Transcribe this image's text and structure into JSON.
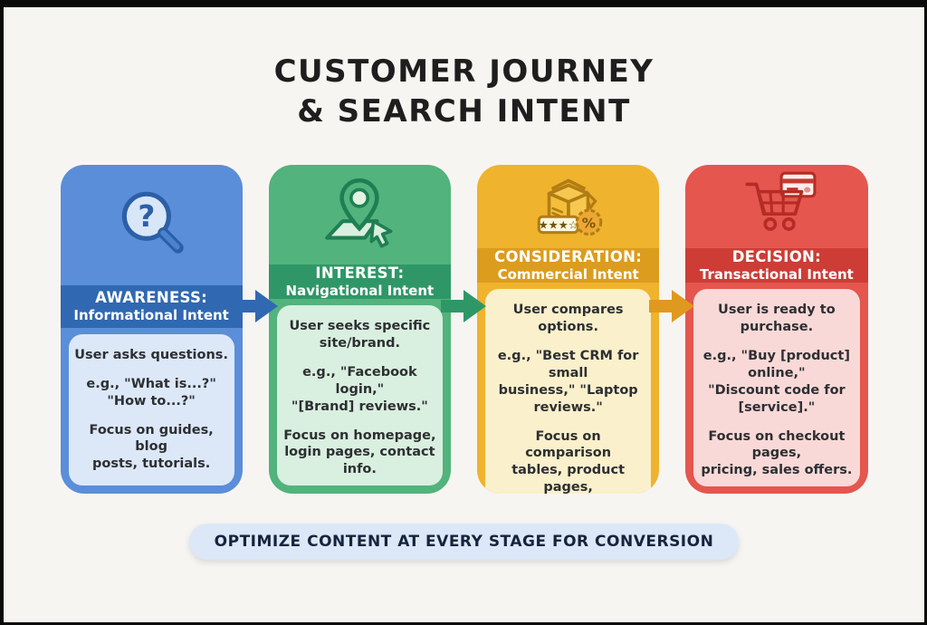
{
  "title": "CUSTOMER JOURNEY\n& SEARCH INTENT",
  "background_color": "#f7f5f2",
  "frame_color": "#0a0a0a",
  "footer": {
    "banner": "OPTIMIZE CONTENT AT EVERY STAGE FOR CONVERSION",
    "bg": "#dce8f7",
    "text_color": "#16233d"
  },
  "stages": [
    {
      "stage_label": "AWARENESS:",
      "intent_label": "Informational Intent",
      "icon": "magnifier-question-icon",
      "body": {
        "user": "User asks questions.",
        "example": "e.g., \"What is...?\"\n\"How to...?\"",
        "focus": "Focus on guides, blog\nposts, tutorials."
      },
      "colors": {
        "card": "#5a8ed8",
        "band": "#3068b2",
        "panel": "#dce8f8",
        "arrow": "#3068b2",
        "icon": "#2b5fa8"
      }
    },
    {
      "stage_label": "INTEREST:",
      "intent_label": "Navigational Intent",
      "icon": "map-pin-cursor-icon",
      "body": {
        "user": "User seeks specific\nsite/brand.",
        "example": "e.g., \"Facebook login,\"\n\"[Brand] reviews.\"",
        "focus": "Focus on homepage,\nlogin pages, contact info."
      },
      "colors": {
        "card": "#52b37c",
        "band": "#2f9767",
        "panel": "#d9efdf",
        "arrow": "#2f9767",
        "icon": "#1f7f53"
      }
    },
    {
      "stage_label": "CONSIDERATION:",
      "intent_label": "Commercial Intent",
      "icon": "product-box-rating-discount-icon",
      "body": {
        "user": "User compares options.",
        "example": "e.g., \"Best CRM for small\nbusiness,\" \"Laptop\nreviews.\"",
        "focus": "Focus on comparison\ntables, product pages,\ncase studies."
      },
      "colors": {
        "card": "#efb32e",
        "band": "#dc9c1e",
        "panel": "#faf0cb",
        "arrow": "#e0991f",
        "icon": "#b17d13"
      }
    },
    {
      "stage_label": "DECISION:",
      "intent_label": "Transactional Intent",
      "icon": "shopping-cart-credit-card-icon",
      "body": {
        "user": "User is ready to purchase.",
        "example": "e.g., \"Buy [product] online,\"\n\"Discount code for\n[service].\"",
        "focus": "Focus on checkout pages,\npricing, sales offers."
      },
      "colors": {
        "card": "#e4564e",
        "band": "#cd3d36",
        "panel": "#f9d9d7",
        "arrow": "#cd3d36",
        "icon": "#b42c24"
      }
    }
  ]
}
